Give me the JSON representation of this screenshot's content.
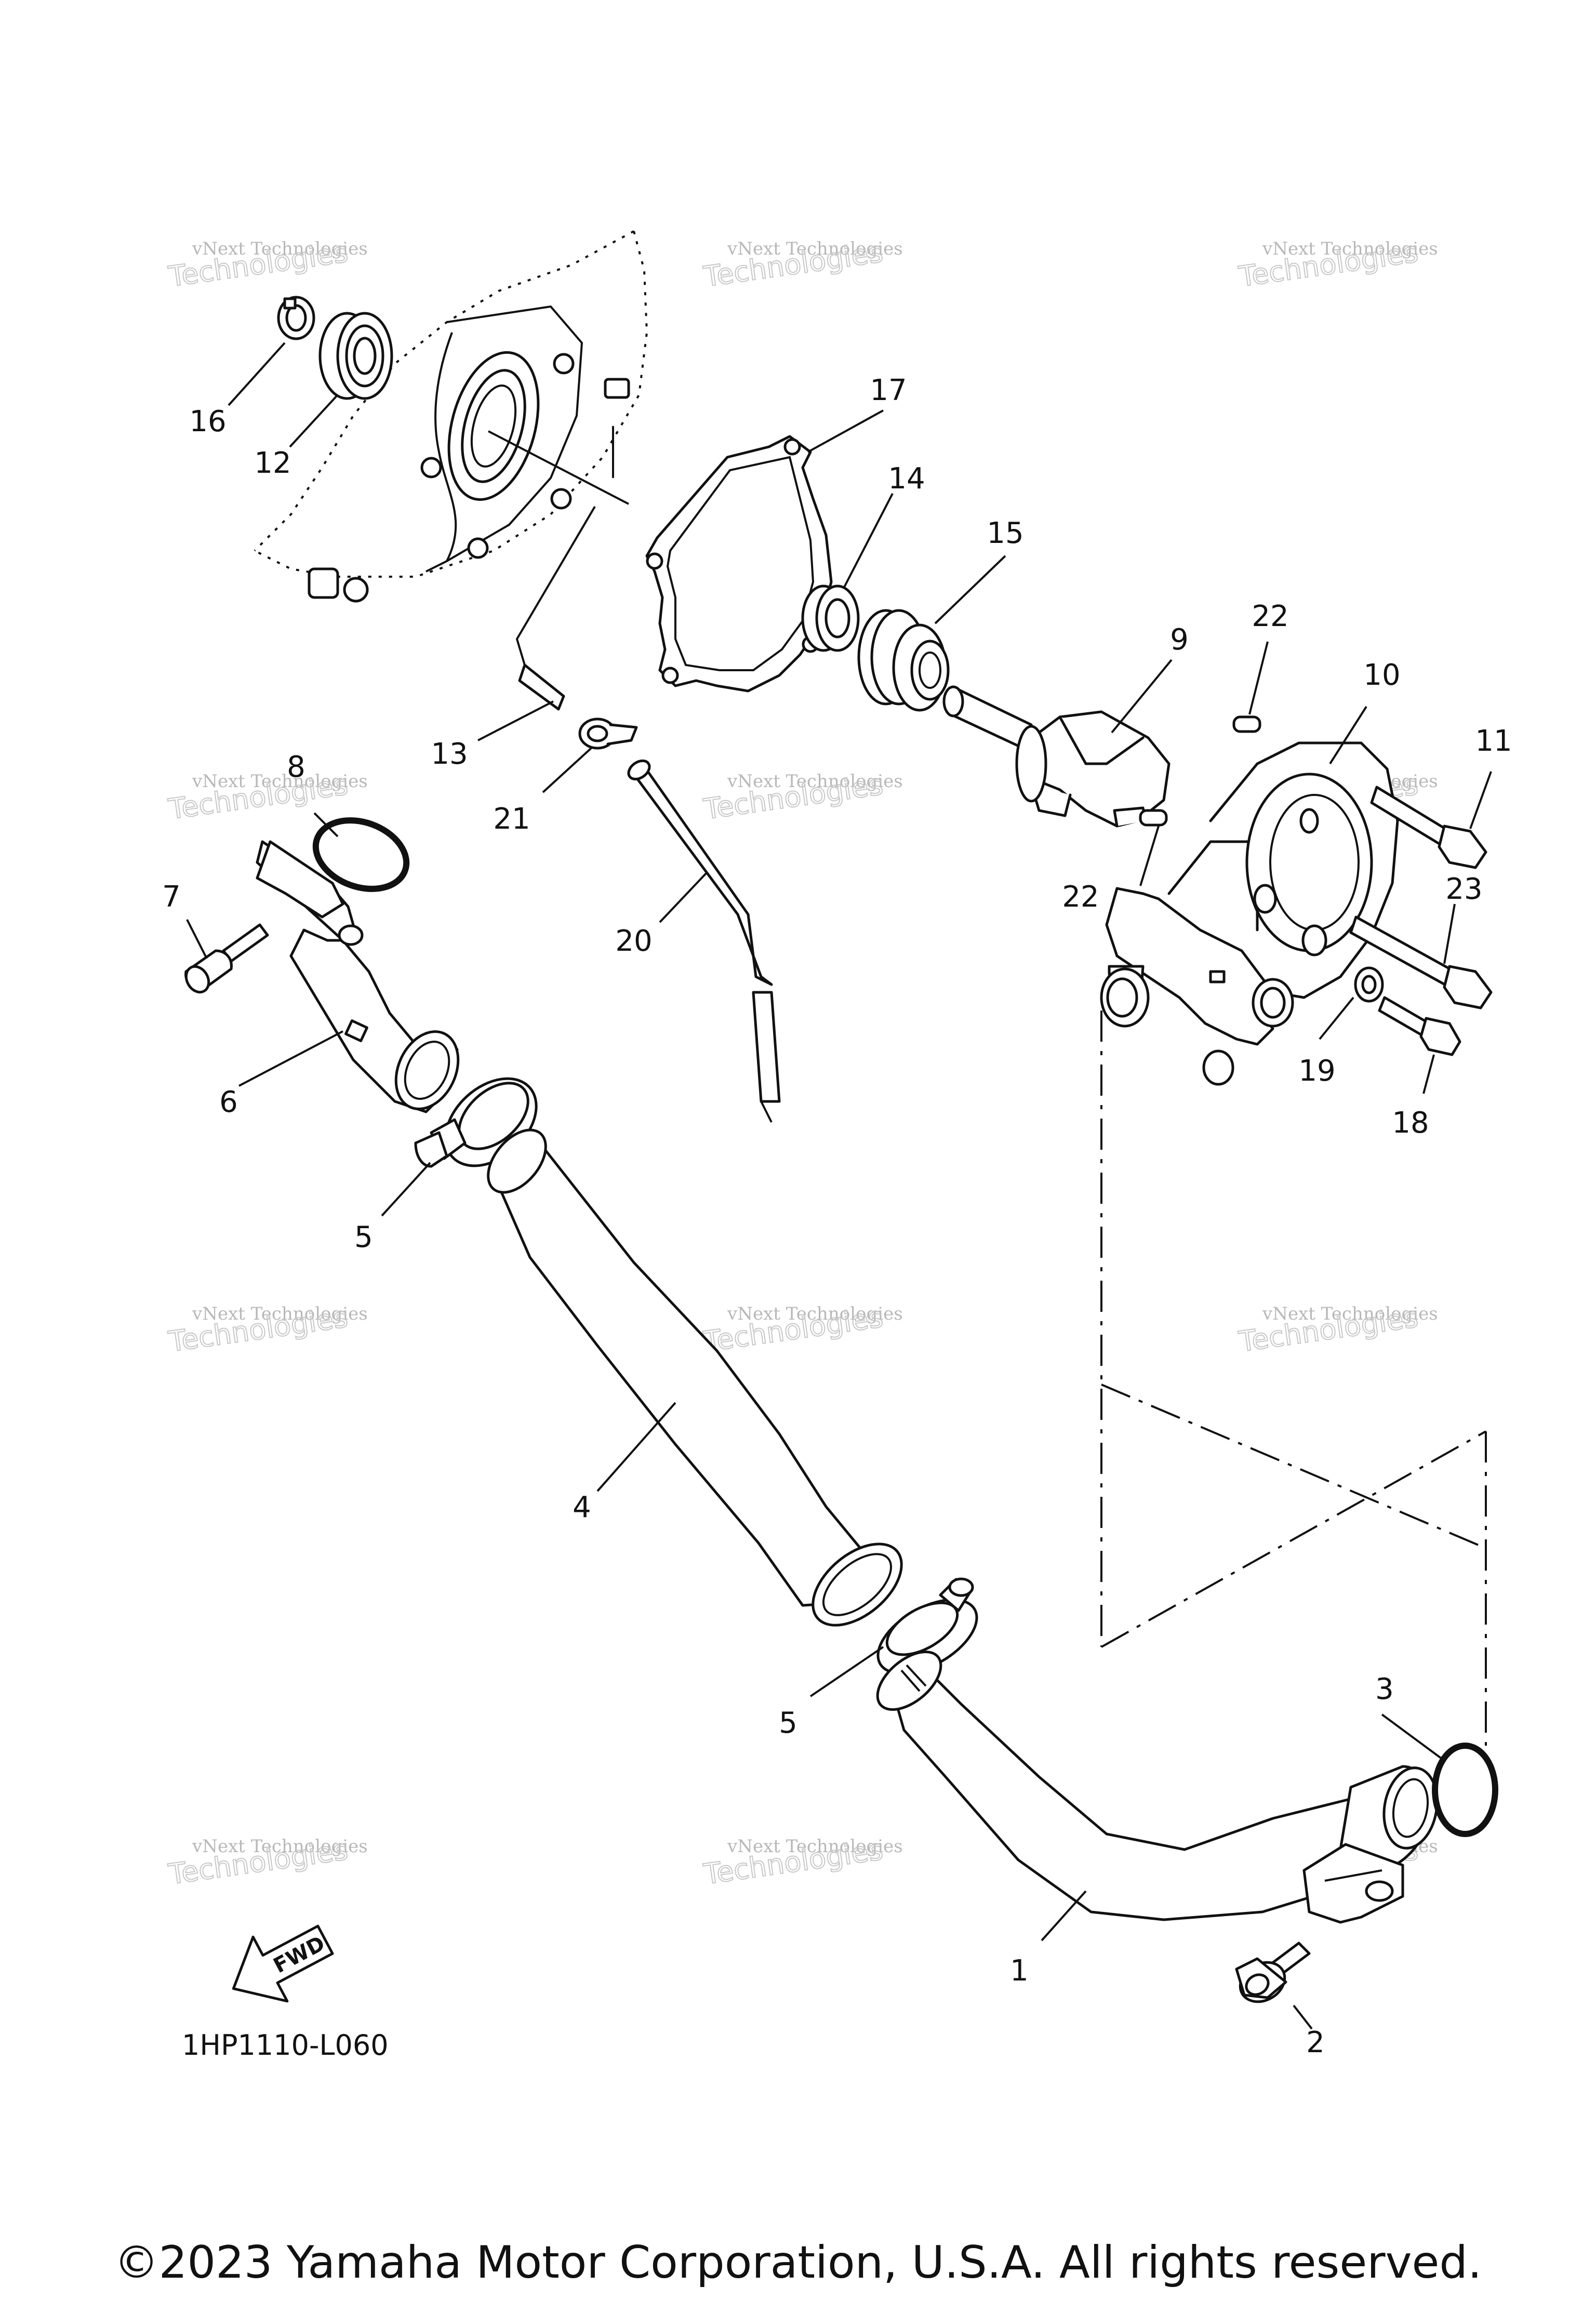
{
  "diagram": {
    "code": "1HP1110-L060",
    "fwd_label": "FWD",
    "watermark": {
      "line1": "vNext Technologies",
      "line2": "Technologies"
    },
    "callouts": [
      "1",
      "2",
      "3",
      "4",
      "5",
      "5",
      "6",
      "7",
      "8",
      "9",
      "10",
      "11",
      "12",
      "13",
      "14",
      "15",
      "16",
      "17",
      "18",
      "19",
      "20",
      "21",
      "22",
      "22",
      "23"
    ]
  },
  "footer": {
    "copyright": "©2023 Yamaha Motor Corporation, U.S.A. All rights reserved."
  }
}
